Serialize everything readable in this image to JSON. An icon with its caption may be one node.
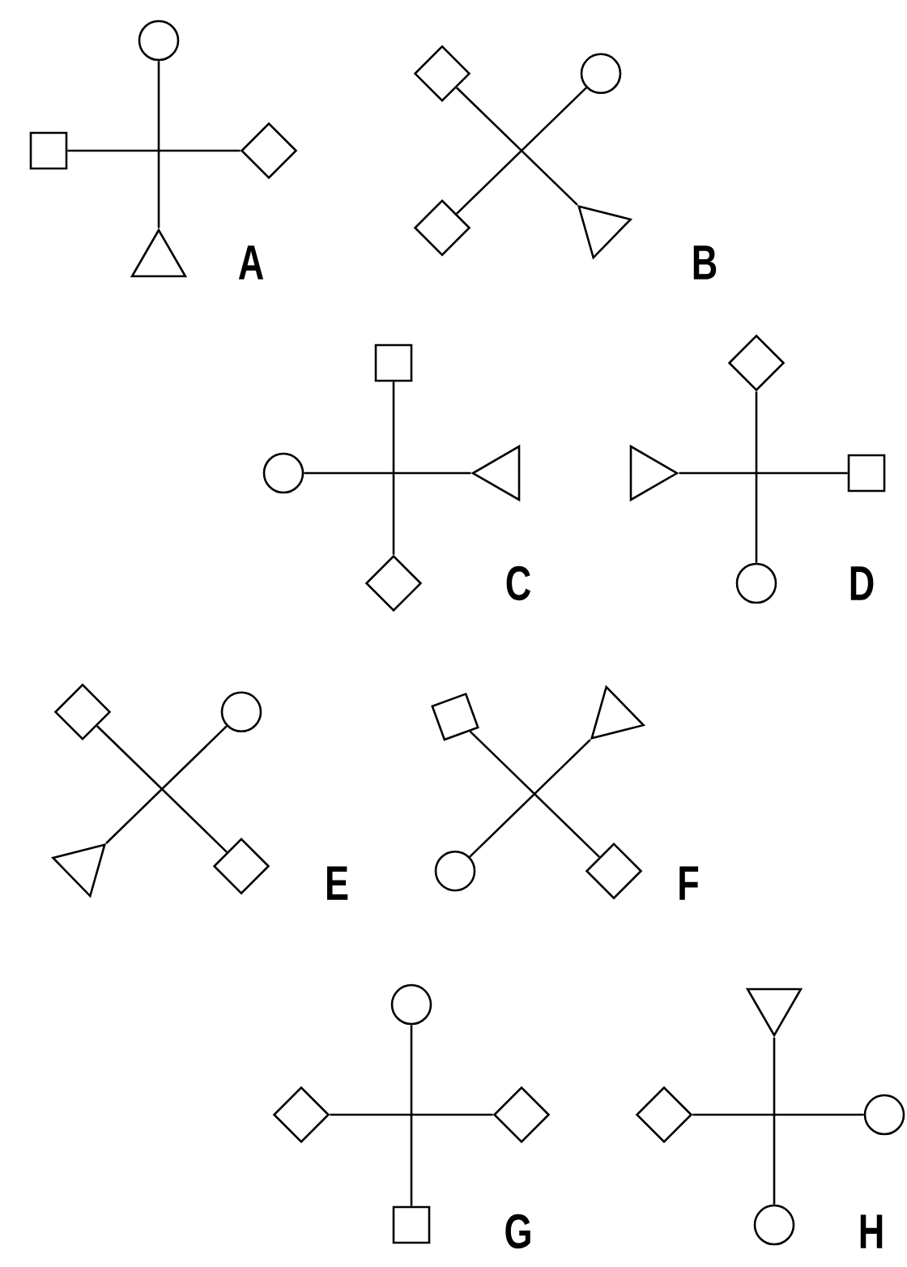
{
  "diagram": {
    "nodes": [
      {
        "text": [],
        "shape": "circle"
      },
      {
        "text": [],
        "shape": "box"
      },
      {
        "text": [],
        "shape": "diamond"
      },
      {
        "text": [],
        "shape": "triangle"
      },
      {
        "text": [],
        "shape": "diamond"
      },
      {
        "text": [],
        "shape": "circle"
      },
      {
        "text": [],
        "shape": "diamond"
      },
      {
        "text": [],
        "shape": "triangle"
      },
      {
        "text": [],
        "shape": "box"
      },
      {
        "text": [],
        "shape": "circle"
      },
      {
        "text": [],
        "shape": "triangle"
      },
      {
        "text": [],
        "shape": "diamond"
      },
      {
        "text": [],
        "shape": "diamond"
      },
      {
        "text": [],
        "shape": "triangle"
      },
      {
        "text": [],
        "shape": "box"
      },
      {
        "text": [],
        "shape": "circle"
      },
      {
        "text": [],
        "shape": "diamond"
      },
      {
        "text": [],
        "shape": "circle"
      },
      {
        "text": [],
        "shape": "triangle"
      },
      {
        "text": [],
        "shape": "diamond"
      },
      {
        "text": [],
        "shape": "box"
      },
      {
        "text": [],
        "shape": "triangle"
      },
      {
        "text": [],
        "shape": "circle"
      },
      {
        "text": [],
        "shape": "diamond"
      },
      {
        "text": [],
        "shape": "circle"
      },
      {
        "text": [],
        "shape": "diamond"
      },
      {
        "text": [],
        "shape": "diamond"
      },
      {
        "text": [],
        "shape": "box"
      },
      {
        "text": [],
        "shape": "triangle"
      },
      {
        "text": [],
        "shape": "diamond"
      },
      {
        "text": [],
        "shape": "circle"
      },
      {
        "text": [],
        "shape": "circle"
      }
    ],
    "edges": [
      {
        "from": 1,
        "to": 2,
        "arrow": "none"
      },
      {
        "from": 0,
        "to": 3,
        "arrow": "none"
      },
      {
        "from": 4,
        "to": 7,
        "arrow": "none"
      },
      {
        "from": 5,
        "to": 6,
        "arrow": "none"
      },
      {
        "from": 9,
        "to": 10,
        "arrow": "none"
      },
      {
        "from": 8,
        "to": 11,
        "arrow": "none"
      },
      {
        "from": 13,
        "to": 14,
        "arrow": "none"
      },
      {
        "from": 12,
        "to": 15,
        "arrow": "none"
      },
      {
        "from": 16,
        "to": 19,
        "arrow": "none"
      },
      {
        "from": 17,
        "to": 18,
        "arrow": "none"
      },
      {
        "from": 20,
        "to": 23,
        "arrow": "none"
      },
      {
        "from": 21,
        "to": 22,
        "arrow": "none"
      },
      {
        "from": 25,
        "to": 26,
        "arrow": "none"
      },
      {
        "from": 24,
        "to": 27,
        "arrow": "none"
      },
      {
        "from": 29,
        "to": 30,
        "arrow": "none"
      },
      {
        "from": 28,
        "to": 31,
        "arrow": "none"
      }
    ],
    "labels": [
      "A",
      "B",
      "C",
      "D",
      "E",
      "F",
      "G",
      "H"
    ]
  }
}
